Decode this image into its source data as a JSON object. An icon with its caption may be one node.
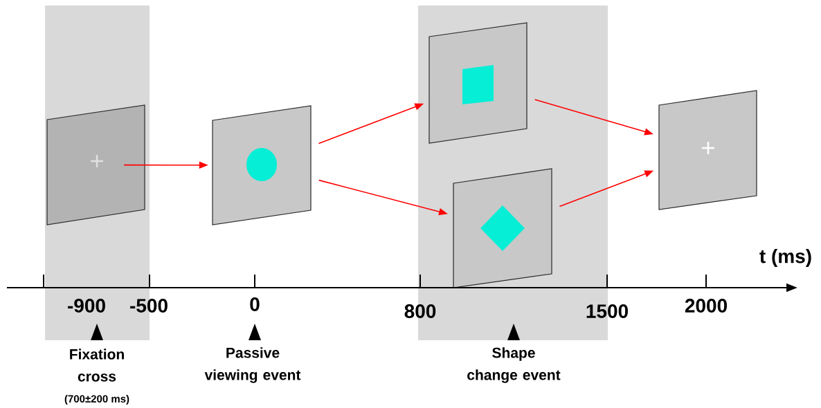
{
  "diagram": {
    "nodes": [
      {
        "text": [],
        "shape": "box"
      },
      {
        "text": [],
        "shape": "box"
      },
      {
        "text": [],
        "shape": "box"
      },
      {
        "text": [],
        "shape": "box"
      },
      {
        "text": [],
        "shape": "box"
      }
    ],
    "edges": [
      {
        "from": 0,
        "to": 1,
        "arrow": "to"
      },
      {
        "from": 1,
        "to": 2,
        "arrow": "to"
      },
      {
        "from": 1,
        "to": 3,
        "arrow": "to"
      },
      {
        "from": 2,
        "to": 4,
        "arrow": "to"
      },
      {
        "from": 3,
        "to": 4,
        "arrow": "to"
      }
    ],
    "labels": [
      "t (ms)",
      "-900",
      "-500",
      "0",
      "800",
      "1500",
      "2000",
      "Fixation cross",
      "(700±200 ms)",
      "Passive viewing event",
      "Shape change event"
    ]
  }
}
